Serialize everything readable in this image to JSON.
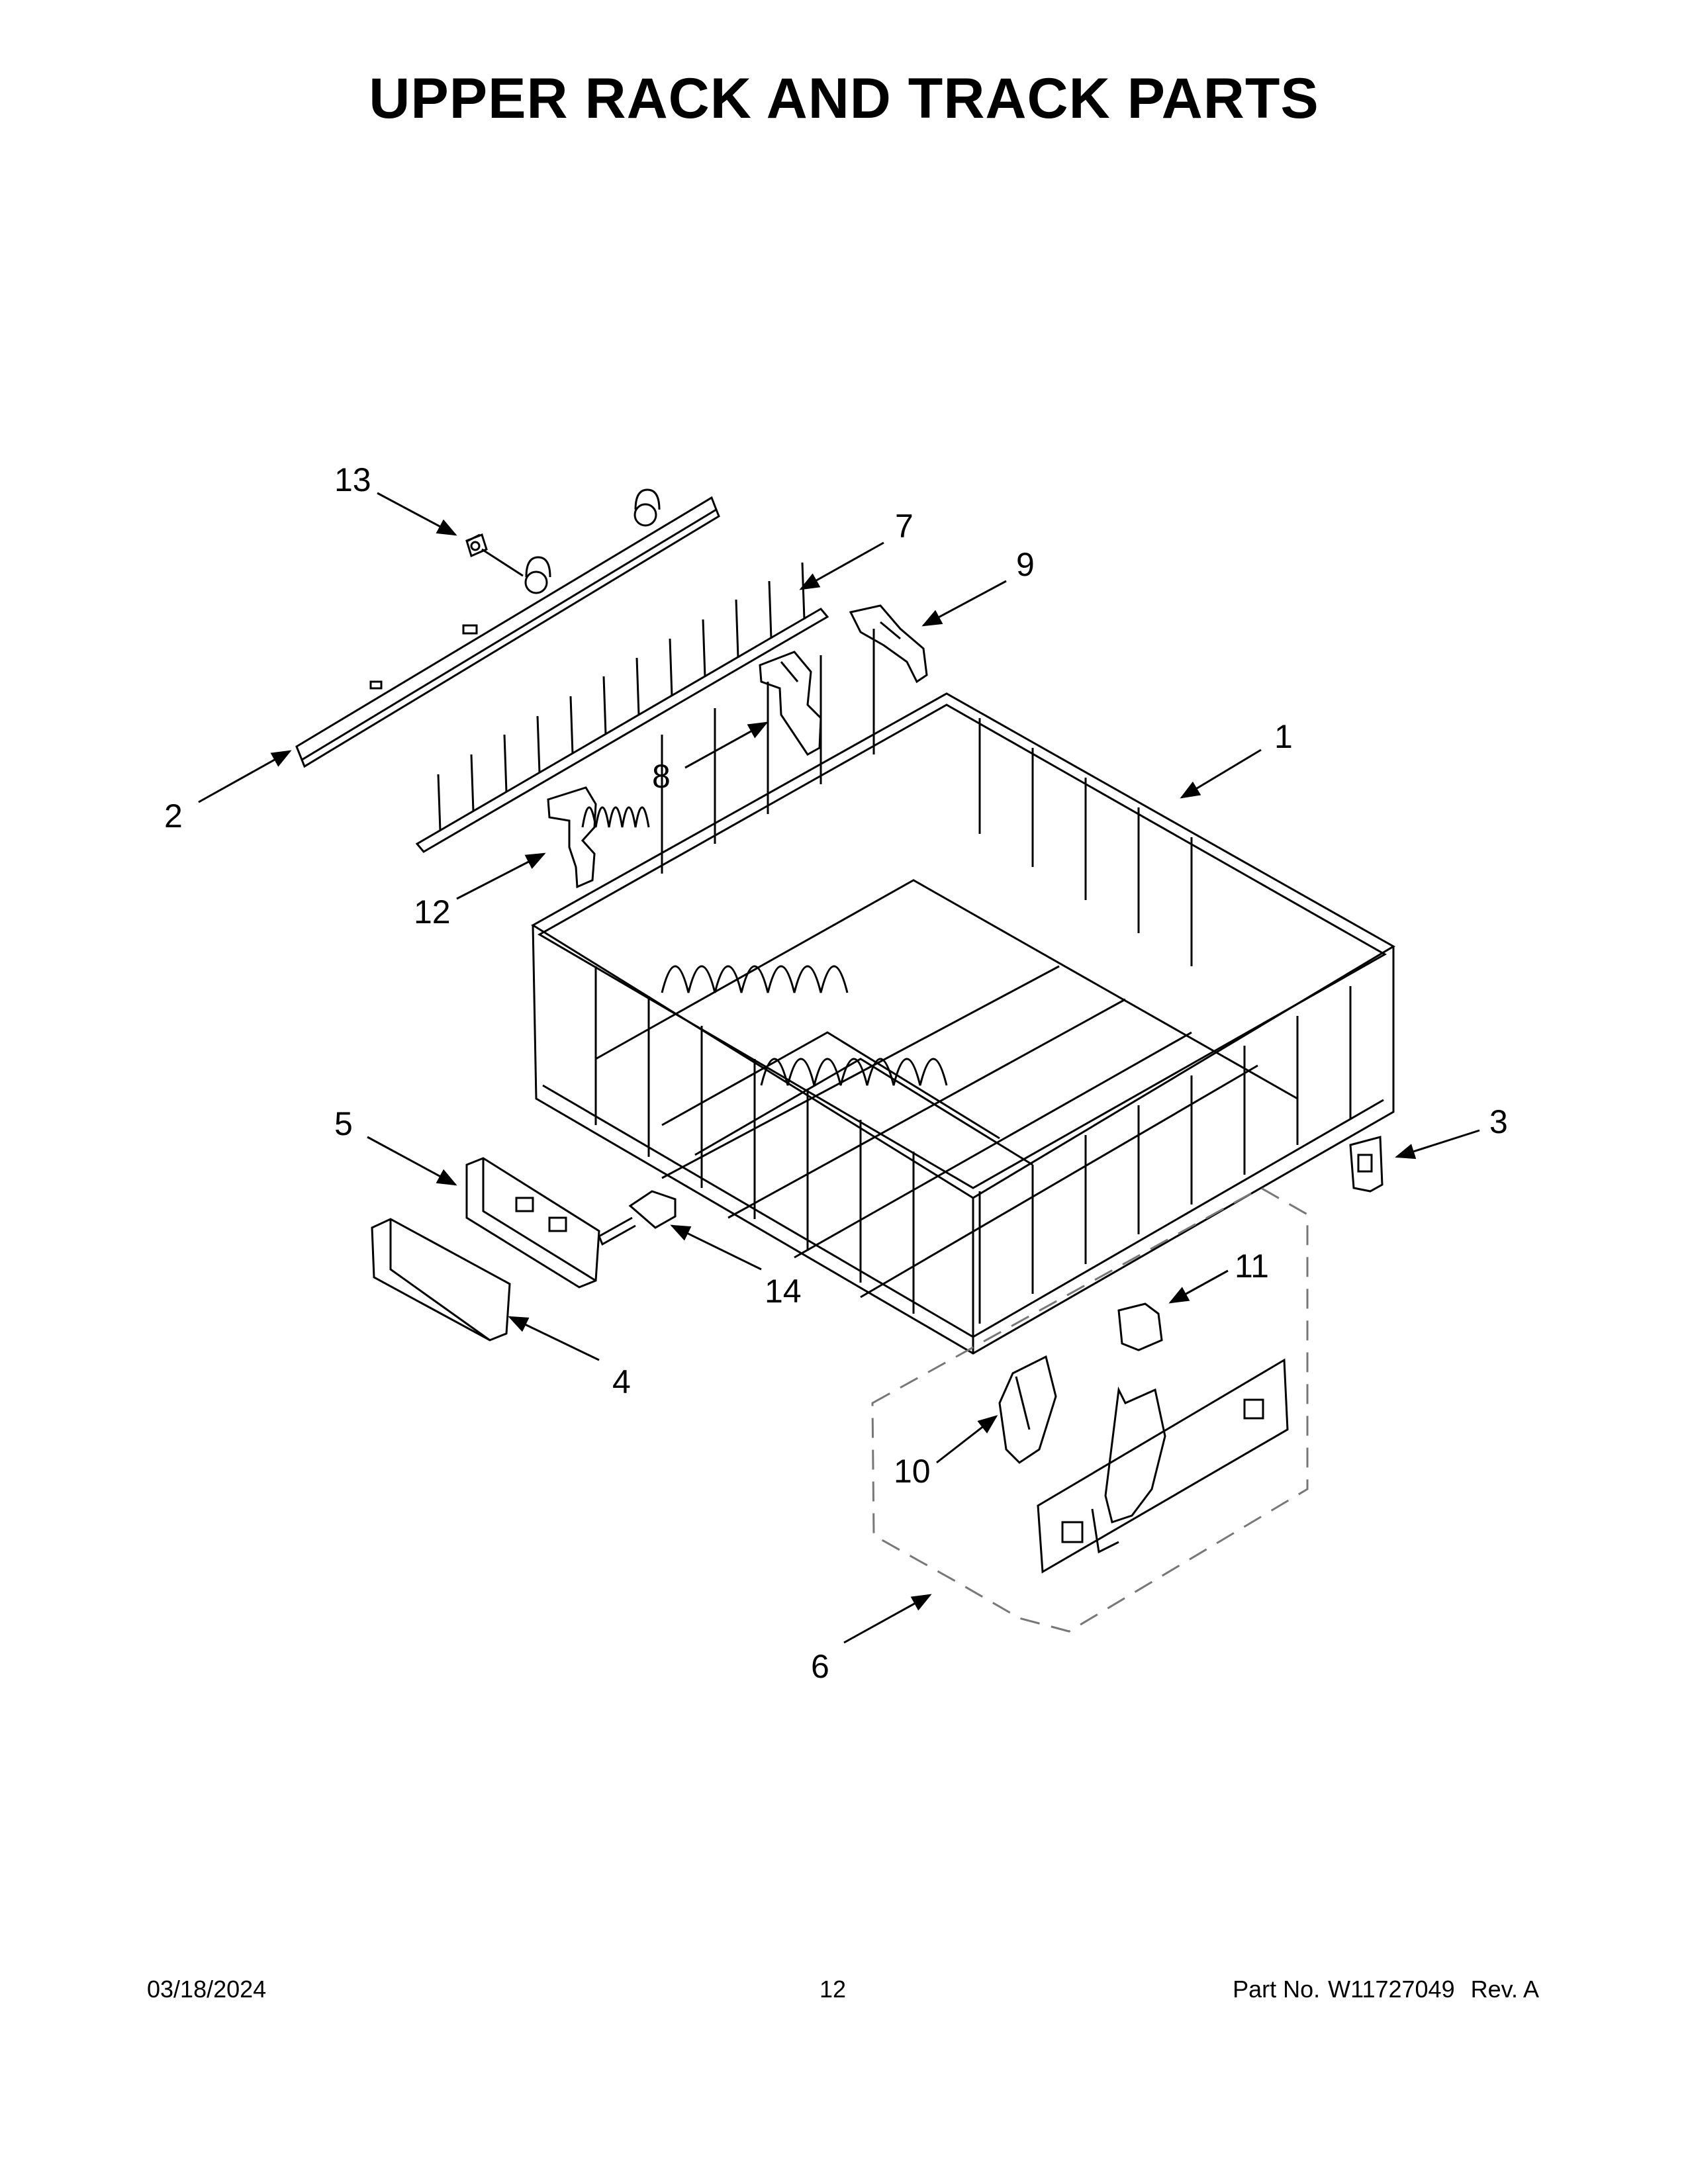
{
  "title": "UPPER RACK AND TRACK PARTS",
  "callouts": {
    "c1": "1",
    "c2": "2",
    "c3": "3",
    "c4": "4",
    "c5": "5",
    "c6": "6",
    "c7": "7",
    "c8": "8",
    "c9": "9",
    "c10": "10",
    "c11": "11",
    "c12": "12",
    "c13": "13",
    "c14": "14"
  },
  "footer": {
    "date": "03/18/2024",
    "page": "12",
    "part_label": "Part No.",
    "part_number": "W11727049",
    "rev": "Rev. A"
  }
}
